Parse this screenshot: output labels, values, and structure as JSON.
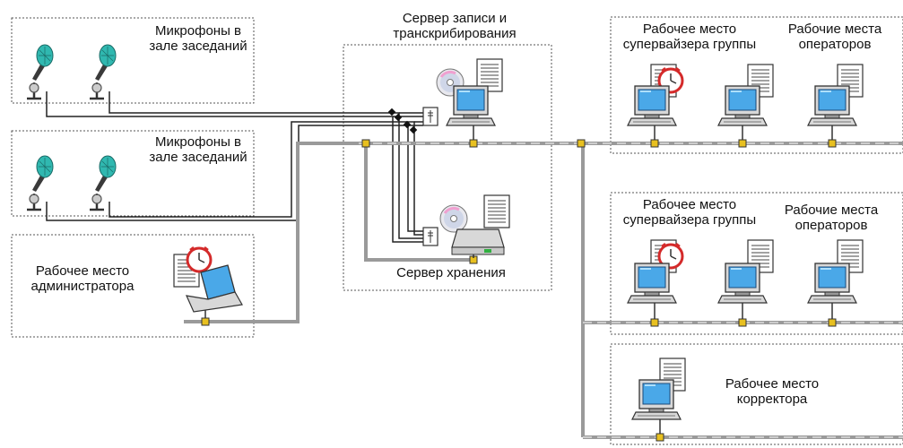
{
  "labels": {
    "mic_group_1": [
      "Микрофоны в",
      "зале заседаний"
    ],
    "mic_group_2": [
      "Микрофоны в",
      "зале заседаний"
    ],
    "admin_ws": [
      "Рабочее место",
      "администратора"
    ],
    "recording_server": [
      "Сервер записи и",
      "транскрибирования"
    ],
    "storage_server": [
      "Сервер хранения"
    ],
    "group1_supervisor": [
      "Рабочее место",
      "супервайзера группы"
    ],
    "group1_operators": [
      "Рабочие места",
      "операторов"
    ],
    "group2_supervisor": [
      "Рабочее место",
      "супервайзера группы"
    ],
    "group2_operators": [
      "Рабочие места",
      "операторов"
    ],
    "corrector_ws": [
      "Рабочее место",
      "корректора"
    ]
  },
  "colors": {
    "network_line": "#9a9a9a",
    "box_border": "#555555",
    "hub": "#e8c020",
    "monitor_screen": "#4aa8e8",
    "mic_head": "#30b8b0"
  },
  "icons": [
    "microphone-icon",
    "computer-icon",
    "document-icon",
    "cd-icon",
    "clock-icon",
    "laptop-icon",
    "server-icon",
    "switch-icon",
    "hub-icon"
  ]
}
